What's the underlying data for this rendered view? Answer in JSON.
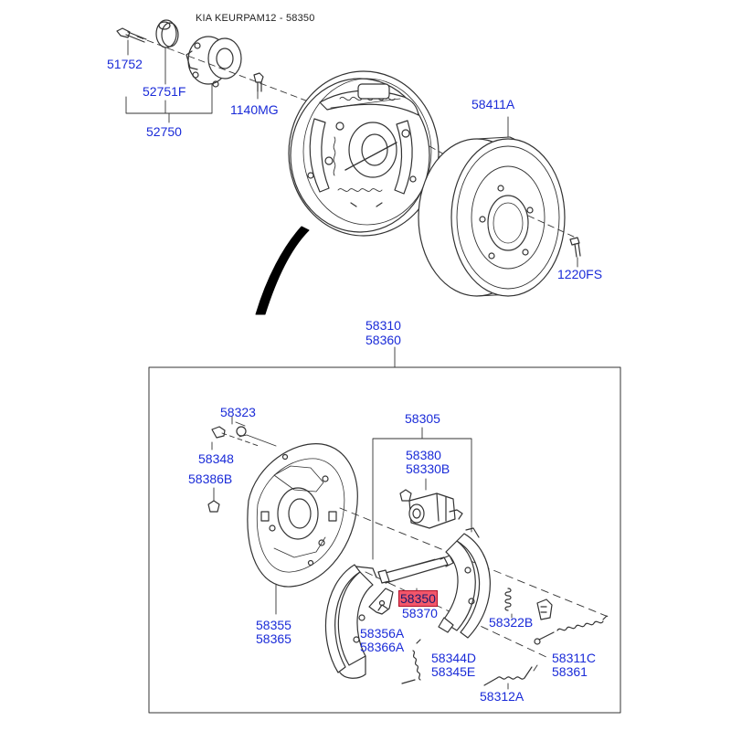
{
  "header": {
    "title": "KIA KEURPAM12 - 58350"
  },
  "colors": {
    "part_number": "#1a2bd8",
    "highlight_bg": "#f2566a",
    "line": "#333333"
  },
  "parts": {
    "p51752": "51752",
    "p52751f": "52751F",
    "p52750": "52750",
    "p1140mg": "1140MG",
    "p58411a": "58411A",
    "p1220fs": "1220FS",
    "p58310": "58310",
    "p58360": "58360",
    "p58323": "58323",
    "p58348": "58348",
    "p58386b": "58386B",
    "p58305": "58305",
    "p58380": "58380",
    "p58330b": "58330B",
    "p58350": "58350",
    "p58370": "58370",
    "p58355": "58355",
    "p58365": "58365",
    "p58356a": "58356A",
    "p58366a": "58366A",
    "p58344d": "58344D",
    "p58345e": "58345E",
    "p58322b": "58322B",
    "p58311c": "58311C",
    "p58361": "58361",
    "p58312a": "58312A"
  },
  "selected_part": "58350"
}
